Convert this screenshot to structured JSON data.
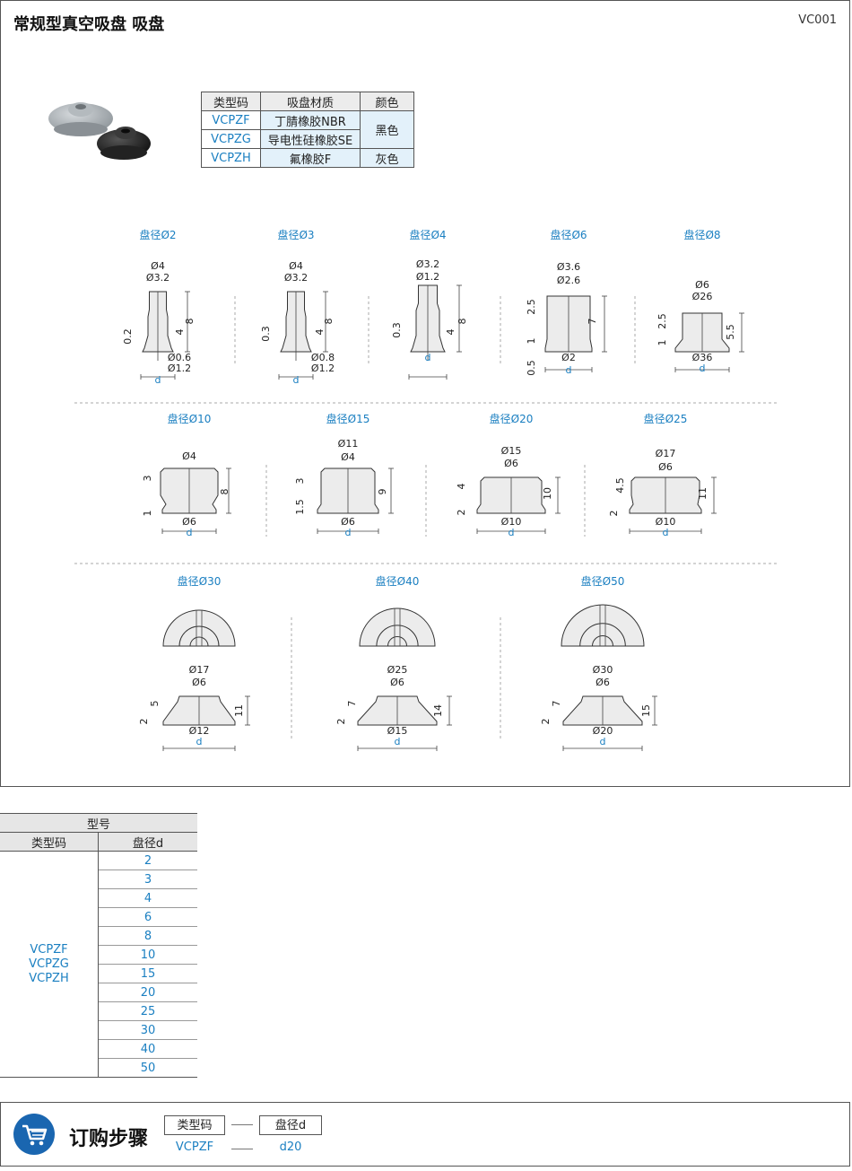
{
  "header": {
    "title": "常规型真空吸盘  吸盘",
    "code": "VC001"
  },
  "material_table": {
    "headers": [
      "类型码",
      "吸盘材质",
      "颜色"
    ],
    "rows": [
      {
        "type": "VCPZF",
        "material": "丁腈橡胶NBR"
      },
      {
        "type": "VCPZG",
        "material": "导电性硅橡胶SE"
      },
      {
        "type": "VCPZH",
        "material": "氟橡胶F",
        "color": "灰色"
      }
    ],
    "merged_color": "黑色"
  },
  "drawings": [
    {
      "title": "盘径Ø2",
      "dims": [
        "Ø4",
        "Ø3.2",
        "0.2",
        "4",
        "8",
        "Ø0.6",
        "Ø1.2",
        "d"
      ]
    },
    {
      "title": "盘径Ø3",
      "dims": [
        "Ø4",
        "Ø3.2",
        "0.3",
        "4",
        "8",
        "Ø0.8",
        "Ø1.2",
        "d"
      ]
    },
    {
      "title": "盘径Ø4",
      "dims": [
        "Ø3.2",
        "Ø1.2",
        "0.3",
        "4",
        "8",
        "d"
      ]
    },
    {
      "title": "盘径Ø6",
      "dims": [
        "Ø3.6",
        "Ø2.6",
        "1",
        "2.5",
        "7",
        "0.5",
        "Ø2",
        "d"
      ]
    },
    {
      "title": "盘径Ø8",
      "dims": [
        "Ø6",
        "Ø26",
        "2.5",
        "1",
        "5.5",
        "Ø36",
        "d"
      ]
    },
    {
      "title": "盘径Ø10",
      "dims": [
        "Ø4",
        "3",
        "1",
        "8",
        "Ø6",
        "d"
      ]
    },
    {
      "title": "盘径Ø15",
      "dims": [
        "Ø11",
        "Ø4",
        "3",
        "1.5",
        "9",
        "Ø6",
        "d"
      ]
    },
    {
      "title": "盘径Ø20",
      "dims": [
        "Ø15",
        "Ø6",
        "4",
        "2",
        "10",
        "Ø10",
        "d"
      ]
    },
    {
      "title": "盘径Ø25",
      "dims": [
        "Ø17",
        "Ø6",
        "4.5",
        "2",
        "11",
        "Ø10",
        "d"
      ]
    },
    {
      "title": "盘径Ø30",
      "dims": [
        "Ø17",
        "Ø6",
        "5",
        "2",
        "11",
        "Ø12",
        "d"
      ]
    },
    {
      "title": "盘径Ø40",
      "dims": [
        "Ø25",
        "Ø6",
        "7",
        "2",
        "14",
        "Ø15",
        "d"
      ]
    },
    {
      "title": "盘径Ø50",
      "dims": [
        "Ø30",
        "Ø6",
        "7",
        "2",
        "15",
        "Ø20",
        "d"
      ]
    }
  ],
  "selection_table": {
    "group_header": "型号",
    "col_type": "类型码",
    "col_d": "盘径d",
    "types": [
      "VCPZF",
      "VCPZG",
      "VCPZH"
    ],
    "diameters": [
      "2",
      "3",
      "4",
      "6",
      "8",
      "10",
      "15",
      "20",
      "25",
      "30",
      "40",
      "50"
    ]
  },
  "order": {
    "title": "订购步骤",
    "step1": "类型码",
    "step2": "盘径d",
    "example1": "VCPZF",
    "example2": "d20"
  },
  "colors": {
    "accent": "#1a7fc1",
    "cart": "#1a66b0"
  }
}
